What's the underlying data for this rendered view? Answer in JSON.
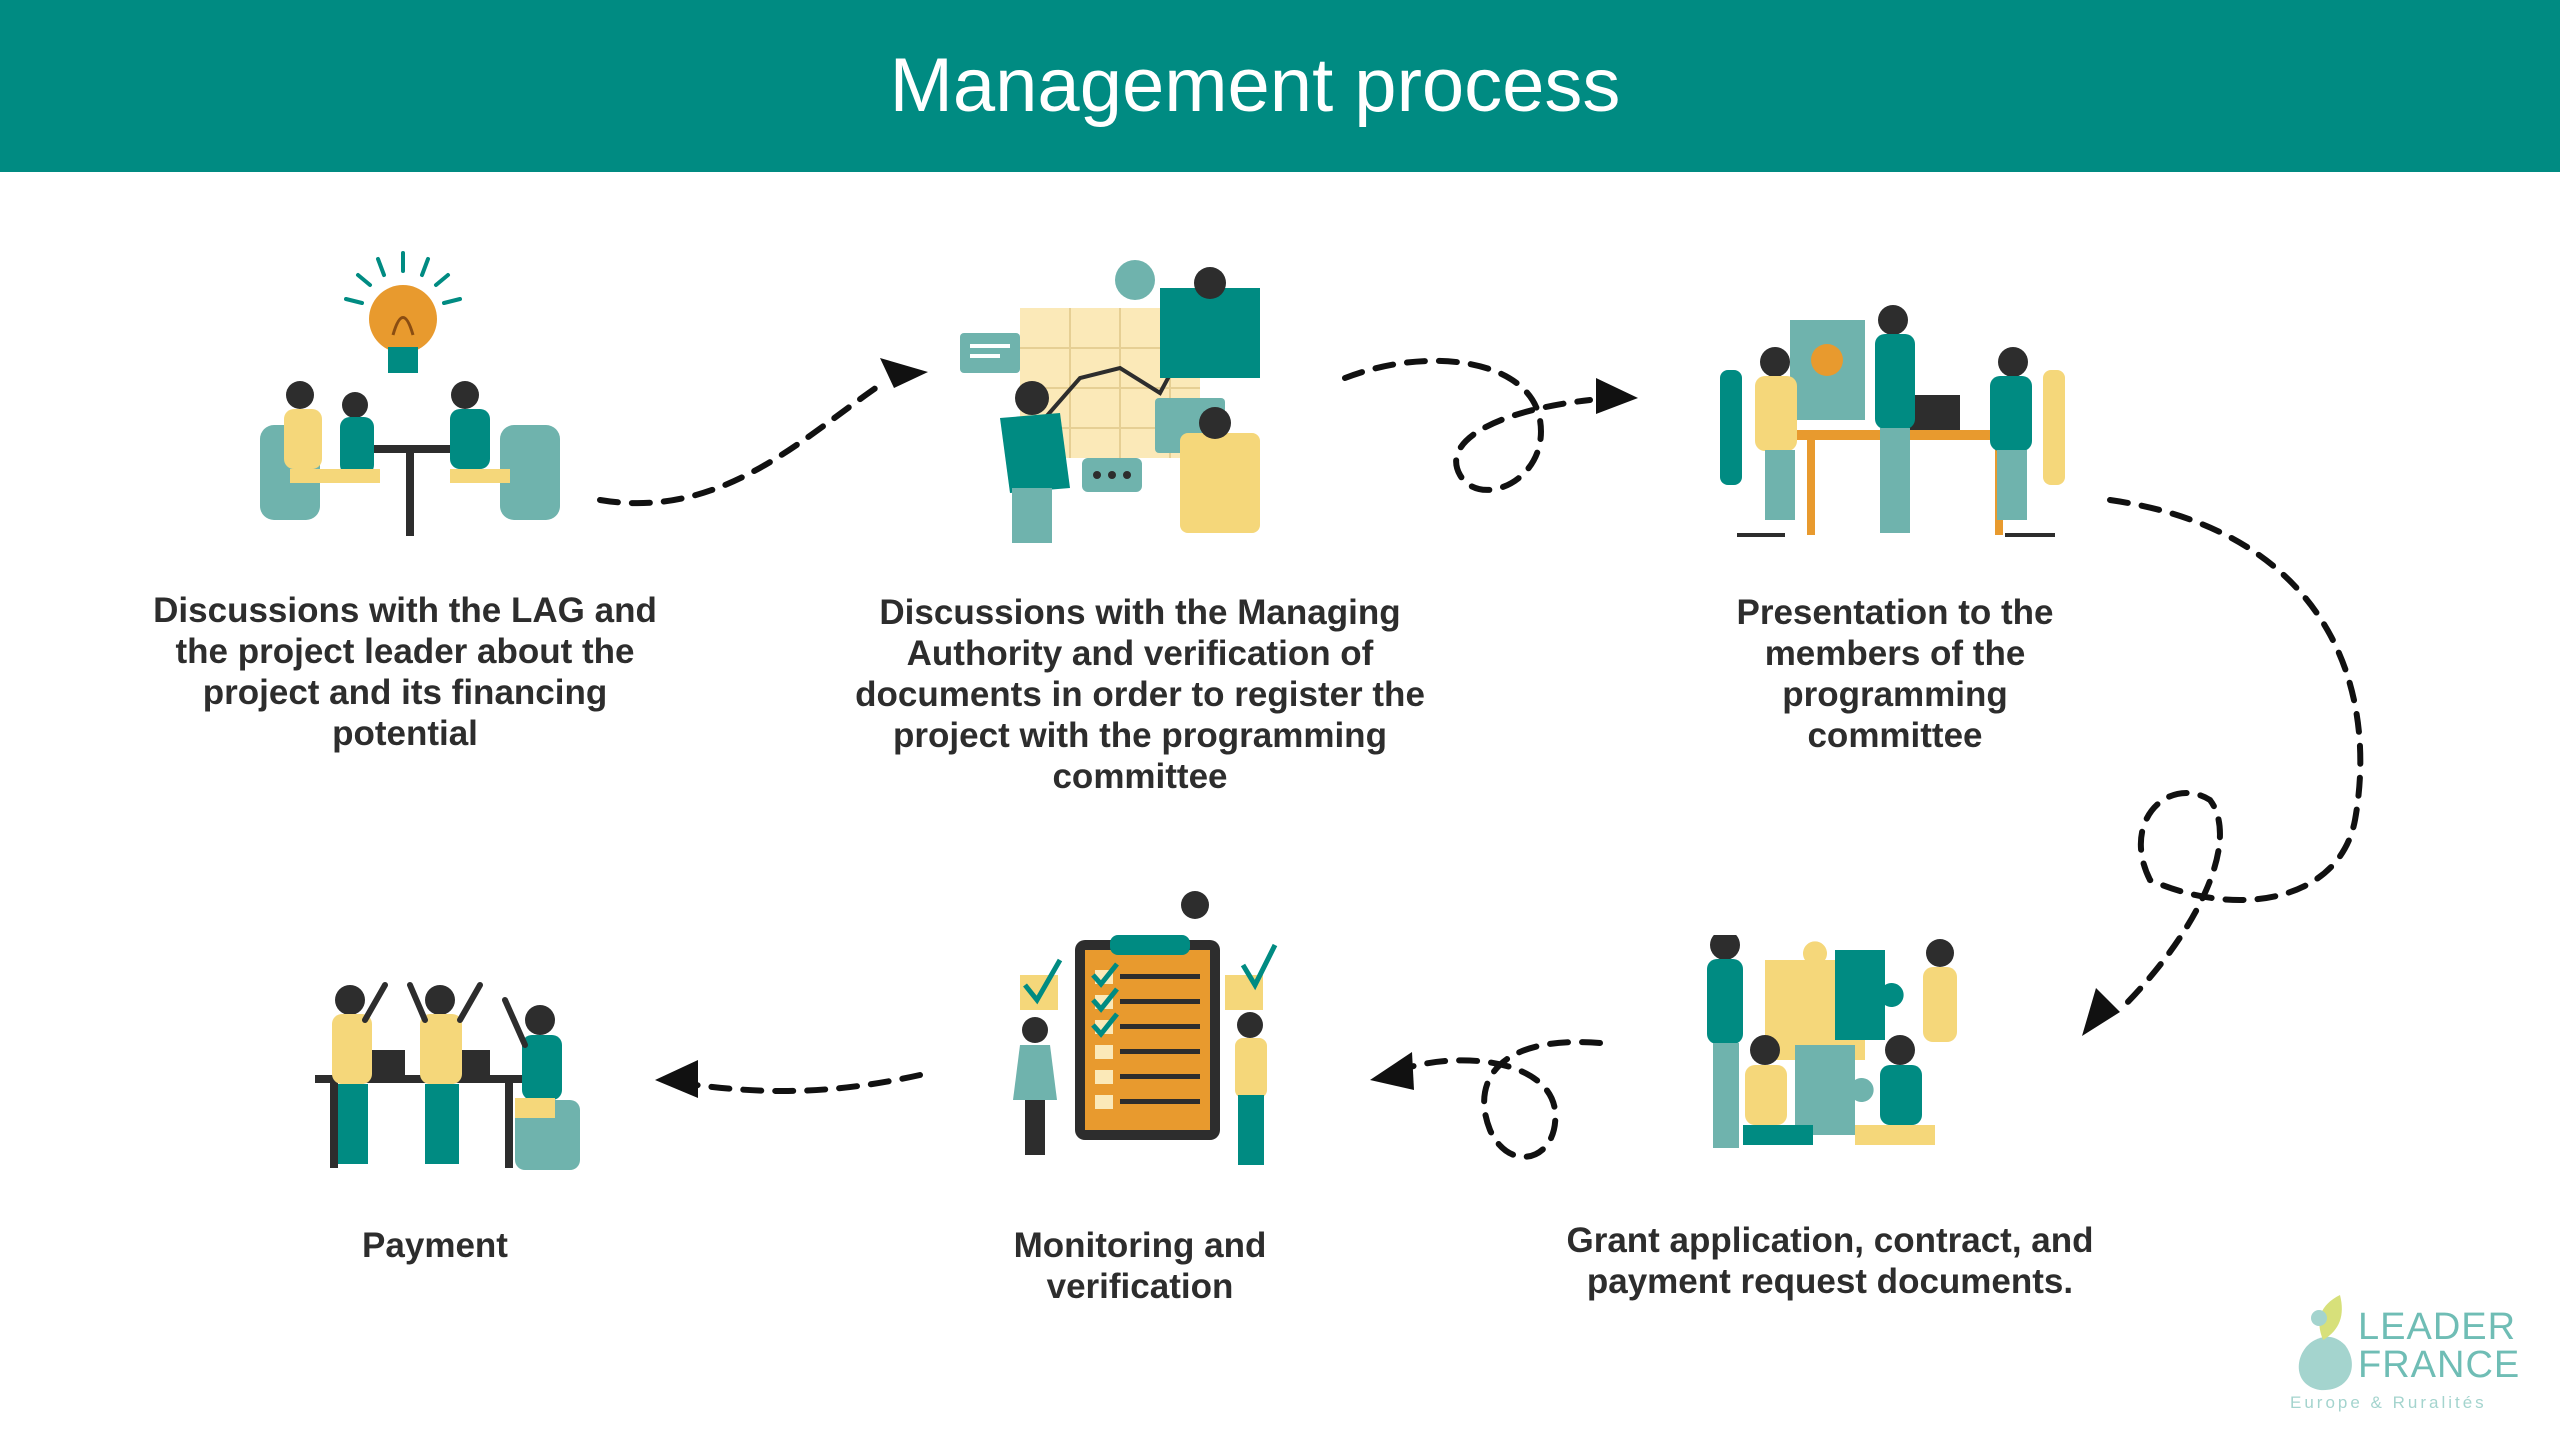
{
  "header": {
    "title": "Management process"
  },
  "steps": [
    {
      "label": "Discussions with the LAG and the project leader about the project and its financing potential",
      "icon": "meeting-lightbulb-icon"
    },
    {
      "label": "Discussions with the Managing Authority and verification of documents in order to register the project with the programming committee",
      "icon": "chart-analysis-icon"
    },
    {
      "label": "Presentation to the members of the programming committee",
      "icon": "team-presentation-icon"
    },
    {
      "label": "Grant application, contract, and payment request documents.",
      "icon": "puzzle-team-icon"
    },
    {
      "label": "Monitoring and verification",
      "icon": "checklist-icon"
    },
    {
      "label": "Payment",
      "icon": "celebration-team-icon"
    }
  ],
  "logo": {
    "line1": "LEADER",
    "line2": "FRANCE",
    "line3": "Europe & Ruralités"
  },
  "colors": {
    "teal": "#008b82",
    "teal_light": "#6fb3ad",
    "yellow": "#f5d77a",
    "orange": "#e89a2e",
    "dark": "#2d2d2d"
  }
}
